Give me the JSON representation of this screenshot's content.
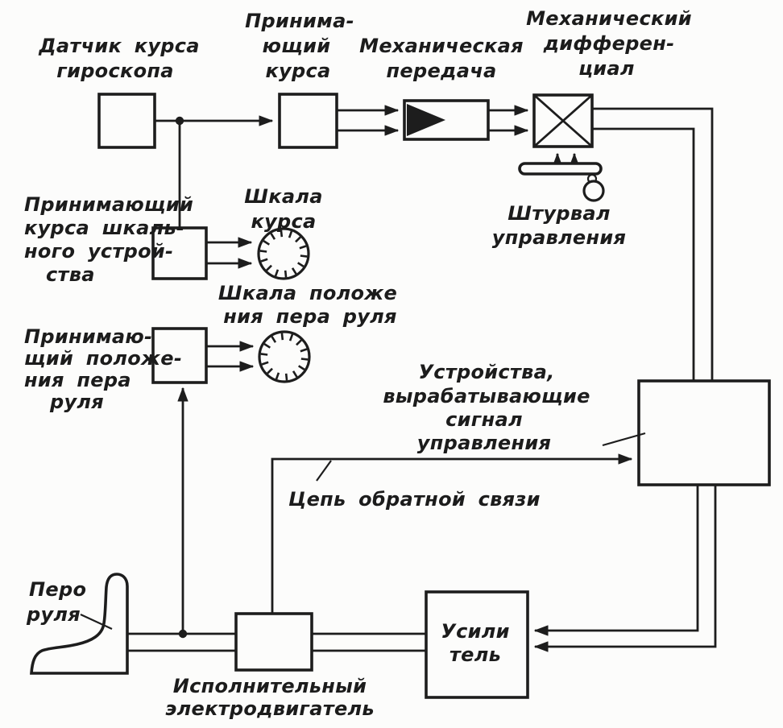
{
  "meta": {
    "figure_type": "block-diagram",
    "language": "ru",
    "ink_color": "#1d1d1d",
    "paper_color": "#fcfcfb"
  },
  "labels": {
    "gyro_sensor": {
      "lines": [
        "Датчик курса",
        "гироскопа"
      ]
    },
    "course_receiver": {
      "lines": [
        "Принима-",
        "ющий",
        "курса"
      ]
    },
    "mechanical_transmission": {
      "lines": [
        "Механическая",
        "передача"
      ]
    },
    "mechanical_differential": {
      "lines": [
        "Механический",
        "дифферен-",
        "циал"
      ]
    },
    "course_scale": {
      "lines": [
        "Шкала",
        "курса"
      ]
    },
    "course_scale_receiver": {
      "lines": [
        "Принимающий",
        "курса шкаль-",
        "ного устрой-",
        "ства"
      ]
    },
    "rudder_position_scale": {
      "lines": [
        "Шкала положе",
        "ния пера руля"
      ]
    },
    "rudder_position_receiver": {
      "lines": [
        "Принимаю-",
        "щий положе-",
        "ния пера",
        "руля"
      ]
    },
    "steering_wheel": {
      "lines": [
        "Штурвал",
        "управления"
      ]
    },
    "control_signal_devices": {
      "lines": [
        "Устройства,",
        "вырабатывающие",
        "сигнал",
        "управления"
      ]
    },
    "feedback_loop": {
      "text": "Цепь обратной связи"
    },
    "rudder_blade": {
      "lines": [
        "Перо",
        "руля"
      ]
    },
    "actuator_motor": {
      "lines": [
        "Исполнительный",
        "электродвигатель"
      ]
    },
    "amplifier": {
      "lines": [
        "Усили",
        "тель"
      ]
    }
  }
}
